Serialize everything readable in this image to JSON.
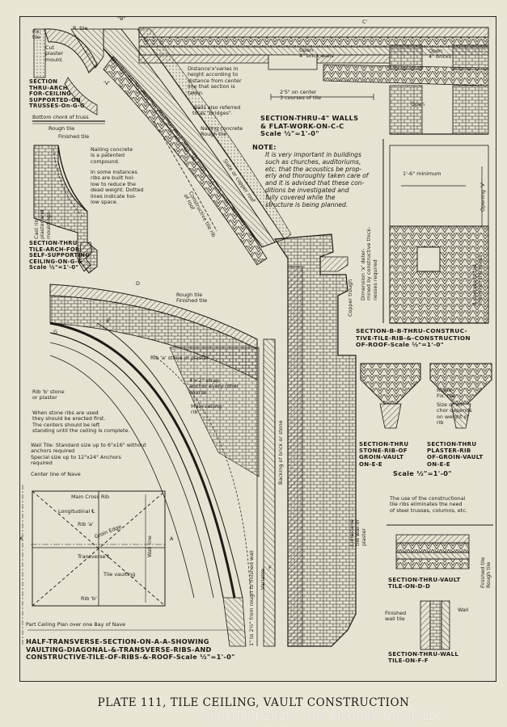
{
  "plate": {
    "caption": "PLATE 111, TILE CEILING, VAULT CONSTRUCTION",
    "watermark": "Copyright 2025 - The McGuire Group LLC"
  },
  "colors": {
    "paper": "#eae6d6",
    "ink": "#1d1b18",
    "hatch": "#3a3731"
  },
  "labels": {
    "fix_tile": "Fix.\ntile",
    "r_tile": "R. tile",
    "cut_plaster": "Cut\nplaster\nmould.",
    "b_mark": "\"B\"",
    "v_mark": "'V'",
    "section_arch": "SECTION\nTHRU-ARCH\nFOR-CEILING\nSUPPORTED-ON\nTRUSSES-On-G-G",
    "bottom_chord": "Bottom chord of truss",
    "rough_tile_top": "Rough tile",
    "finished_tile_top": "Finished tile",
    "nailing_concrete_1": "Nailing concrete\nis a patented\ncompound.",
    "some_instances": "In some instances\nribs are built hol-\nlow to reduce the\ndead weight. Dotted\nlines indicate hol-\nlow space.",
    "cast_rib": "Cast rib\nplaster and\nmouldings",
    "section_tile_arch": "SECTION-THRU\nTILE-ARCH-FOR\nSELF-SUPPORTING\nCEILING-ON-G-G\nScale ½\"=1'-0\"",
    "distance_varies": "Distance'x'varies in\nheight according to\ndistance from center\nline that section is\ntaken.",
    "walls_bridges": "Walls also referred\nto as \"Bridges\".",
    "nailing_concrete_2": "Nailing concrete\nRough tile",
    "slate_roof": "Slate or copper roof",
    "constructive_rib": "Constructive tile rib\nof roof",
    "open_top": "Open\n4\" brick walls",
    "c_mark": "C'",
    "open_right": "Open\n4\" bricks",
    "spacing": "2'5\" on center\n3 courses of tile",
    "open_mid": "Open",
    "section_walls_title": "SECTION-THRU-4\" WALLS\n& FLAT-WORK-ON-C-C\nScale ½\"=1'-0\"",
    "note_head": "NOTE:",
    "note_body": "It is very important in buildings\nsuch as churches, auditoriums,\netc. that the acoustics be prop-\nerly and thoroughly taken care of\nand it is advised that these con-\nditions be investigated and\nfully covered while the\nstructure is being planned.",
    "minimum": "1'-6\" minimum",
    "opening_v": "Opening 'V'",
    "dimension_x": "Dimension 'x' deter-\nmined by constructive thick-\nnesses required",
    "four_courses": "4 courses of tile\nminimum thickness",
    "copper_trough": "Copper trough",
    "section_bb": "SECTION-B-B-THRU-CONSTRUC-\nTIVE-TILE-RIB-&-CONSTRUCTION\nOF-ROOF-Scale ½\"=1'-0\"",
    "d_mark": "D",
    "rough_tile_mid": "Rough tile\nFinished tile",
    "rib_a": "Rib 'a' stone or plaster",
    "g_mark": "G",
    "e_mark": "E",
    "rib_b": "Rib 'b' stone\nor plaster",
    "strap": "4'x 2\" strap\nanchor every other\ncourse",
    "main_ceiling_rib": "Main ceiling\nrib",
    "stone_ribs": "When stone ribs are used\nthey should be erected first.\nThe centers should be left\nstanding until the ceiling is complete.",
    "wall_tile": "Wall Tile: Standard size up to 6\"x16\" without\nanchors required\nSpecial size up to 12\"x24\" Anchors\nrequired",
    "center_line": "Center line of Nave",
    "backing": "Backing of brick or stone",
    "variable": "Variable",
    "thickness": "1\" to 2½\" from rough to finished wall",
    "limestone": "Limestone\ntile wall or\nplaster",
    "f_mark": "F",
    "r_tile_fix": "R. tile\nFix. tile",
    "size_anchor": "Size of an-\nchor depends\non weight of\nrib",
    "section_stone": "SECTION-THRU\nSTONE-RIB-OF\nGROIN-VAULT\nON-E-E",
    "section_plaster": "SECTION-THRU\nPLASTER-RIB\nOF-GROIN-VAULT\nON-E-E",
    "scale_half": "Scale ½\"=1'-0\"",
    "use_of": "The use of the constructional\ntile ribs eliminates the need\nof steel trusses, columns, etc.",
    "finished_rough": "Finished tile\nRough tile",
    "section_vault_tile": "SECTION-THRU-VAULT\nTILE-ON-D-D",
    "finished_wall_tile": "Finished\nwall tile",
    "wall": "Wall",
    "section_wall_tile": "SECTION-THRU-WALL\nTILE-ON-F-F",
    "main_cross_rib": "Main Cross Rib",
    "longitudinal": "Longitudinal ℄",
    "rib_a_plan": "Rib 'a'",
    "groin_edge": "Groin Edge",
    "wall_line": "Wall line",
    "transverse": "Transverse ℄",
    "tile_vaulting": "Tile vaulting",
    "rib_b_plan": "Rib 'b'",
    "a_mark": "A",
    "part_plan": "Part Ceiling Plan over one Bay of Nave",
    "half_section": "HALF-TRANSVERSE-SECTION-ON-A-A-SHOWING\nVAULTING-DIAGONAL-&-TRANSVERSE-RIBS-AND\nCONSTRUCTIVE-TILE-OF-RIBS-&-ROOF-Scale ½\"=1'-0\""
  }
}
